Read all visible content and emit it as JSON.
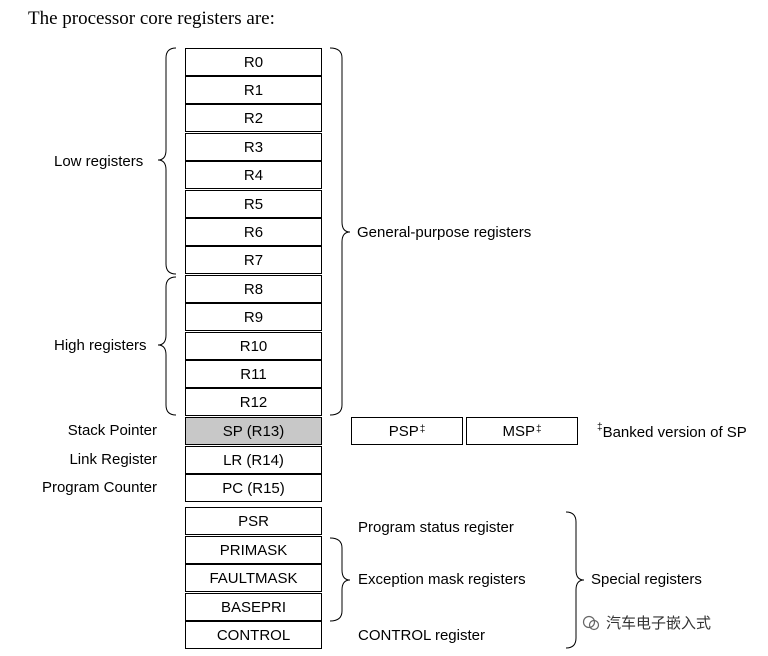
{
  "intro": "The processor core registers are:",
  "general_registers": [
    "R0",
    "R1",
    "R2",
    "R3",
    "R4",
    "R5",
    "R6",
    "R7",
    "R8",
    "R9",
    "R10",
    "R11",
    "R12"
  ],
  "sp": "SP (R13)",
  "lr": "LR (R14)",
  "pc": "PC (R15)",
  "special_registers": [
    "PSR",
    "PRIMASK",
    "FAULTMASK",
    "BASEPRI",
    "CONTROL"
  ],
  "labels": {
    "low": "Low registers",
    "high": "High registers",
    "general": "General-purpose registers",
    "stack_pointer": "Stack Pointer",
    "link_register": "Link Register",
    "program_counter": "Program Counter",
    "psr_desc": "Program status register",
    "exception_desc": "Exception mask registers",
    "control_desc": "CONTROL register",
    "special": "Special registers"
  },
  "banked": {
    "psp": "PSP",
    "msp": "MSP",
    "mark": "‡",
    "note": "Banked version of SP"
  },
  "watermark": "汽车电子嵌入式",
  "colors": {
    "sp_fill": "#c8c8c8"
  }
}
